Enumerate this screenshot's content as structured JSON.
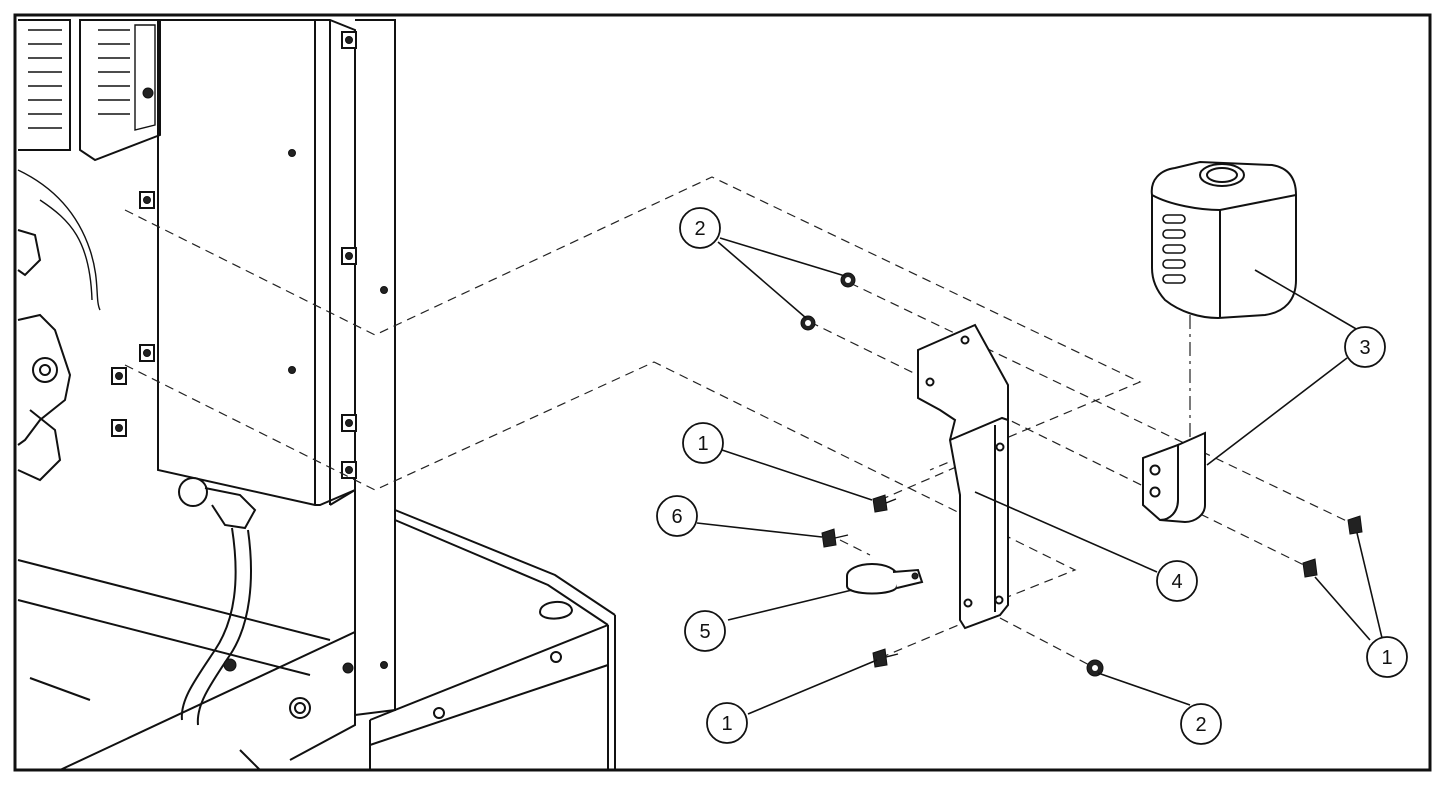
{
  "callouts": [
    {
      "id": "c-2-top",
      "label": "2"
    },
    {
      "id": "c-3",
      "label": "3"
    },
    {
      "id": "c-1-mid",
      "label": "1"
    },
    {
      "id": "c-6",
      "label": "6"
    },
    {
      "id": "c-5",
      "label": "5"
    },
    {
      "id": "c-4",
      "label": "4"
    },
    {
      "id": "c-1-right",
      "label": "1"
    },
    {
      "id": "c-1-bottom",
      "label": "1"
    },
    {
      "id": "c-2-bottom",
      "label": "2"
    }
  ],
  "parts": [
    {
      "name": "generator-housing"
    },
    {
      "name": "fuel-tank-bottle"
    },
    {
      "name": "bottle-bracket"
    },
    {
      "name": "mounting-bracket"
    },
    {
      "name": "hose-clamp"
    }
  ]
}
